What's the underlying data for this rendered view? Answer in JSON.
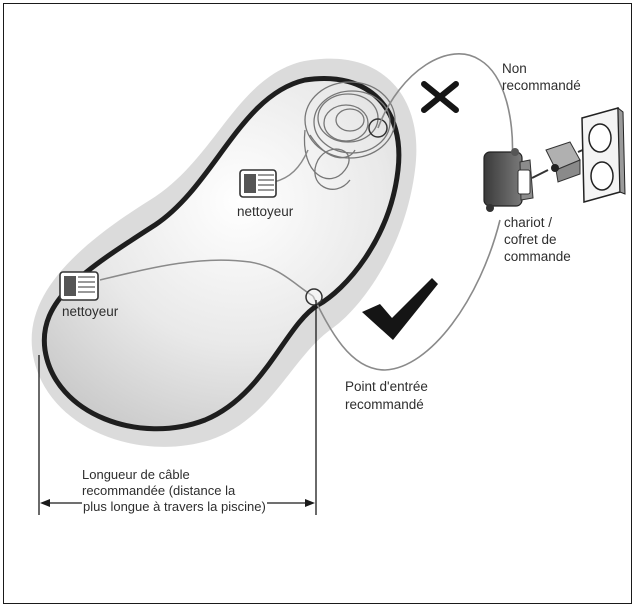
{
  "labels": {
    "non_recommande_1": "Non",
    "non_recommande_2": "recommandé",
    "chariot_1": "chariot /",
    "chariot_2": "cofret de",
    "chariot_3": "commande",
    "nettoyeur_top": "nettoyeur",
    "nettoyeur_left": "nettoyeur",
    "point_1": "Point d'entrée",
    "point_2": "recommandé",
    "longueur_1": "Longueur de câble",
    "longueur_2": "recommandée (distance la",
    "longueur_3": "plus longue à travers la piscine)"
  },
  "icons": {
    "cross": "x-mark-icon",
    "check": "check-mark-icon",
    "outlet": "wall-outlet-icon",
    "cart": "control-cart-icon",
    "cleaner": "pool-cleaner-icon"
  },
  "colors": {
    "pool_outline": "#1e1e1e",
    "cable": "#8a8a8a",
    "marks": "#151515"
  }
}
